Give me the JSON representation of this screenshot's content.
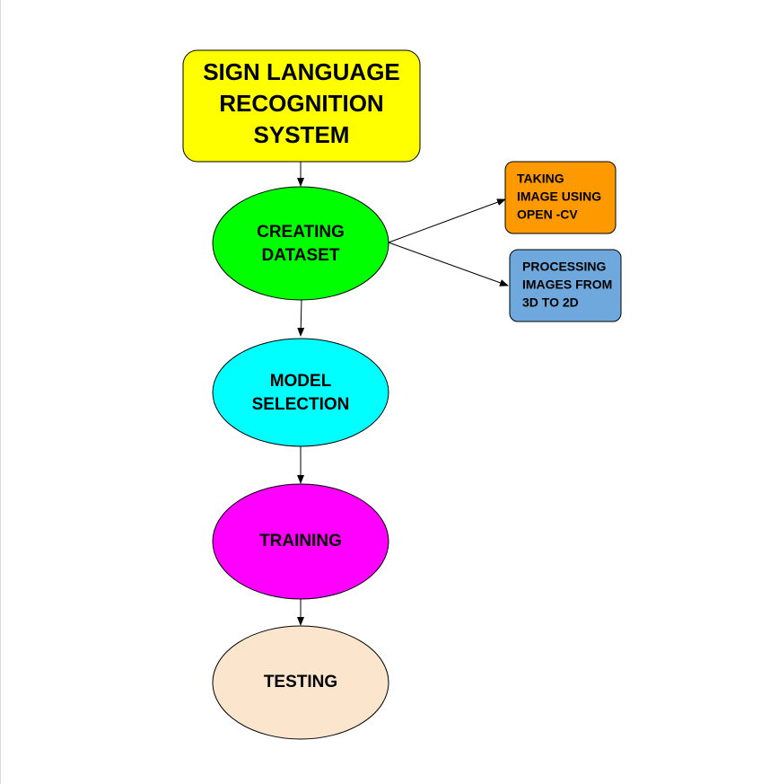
{
  "diagram": {
    "title": {
      "lines": [
        "SIGN LANGUAGE",
        "RECOGNITION",
        "SYSTEM"
      ],
      "fill": "#ffff00"
    },
    "creating_dataset": {
      "lines": [
        "CREATING",
        "DATASET"
      ],
      "fill": "#00ff00"
    },
    "model_selection": {
      "lines": [
        "MODEL",
        "SELECTION"
      ],
      "fill": "#00ffff"
    },
    "training": {
      "lines": [
        "TRAINING"
      ],
      "fill": "#ff00ff"
    },
    "testing": {
      "lines": [
        "TESTING"
      ],
      "fill": "#fbe5cd"
    },
    "taking_image": {
      "lines": [
        "TAKING",
        "IMAGE USING",
        "OPEN -CV"
      ],
      "fill": "#ff9900"
    },
    "processing_images": {
      "lines": [
        "PROCESSING",
        "IMAGES FROM",
        "3D TO 2D"
      ],
      "fill": "#6fa8dc"
    }
  }
}
